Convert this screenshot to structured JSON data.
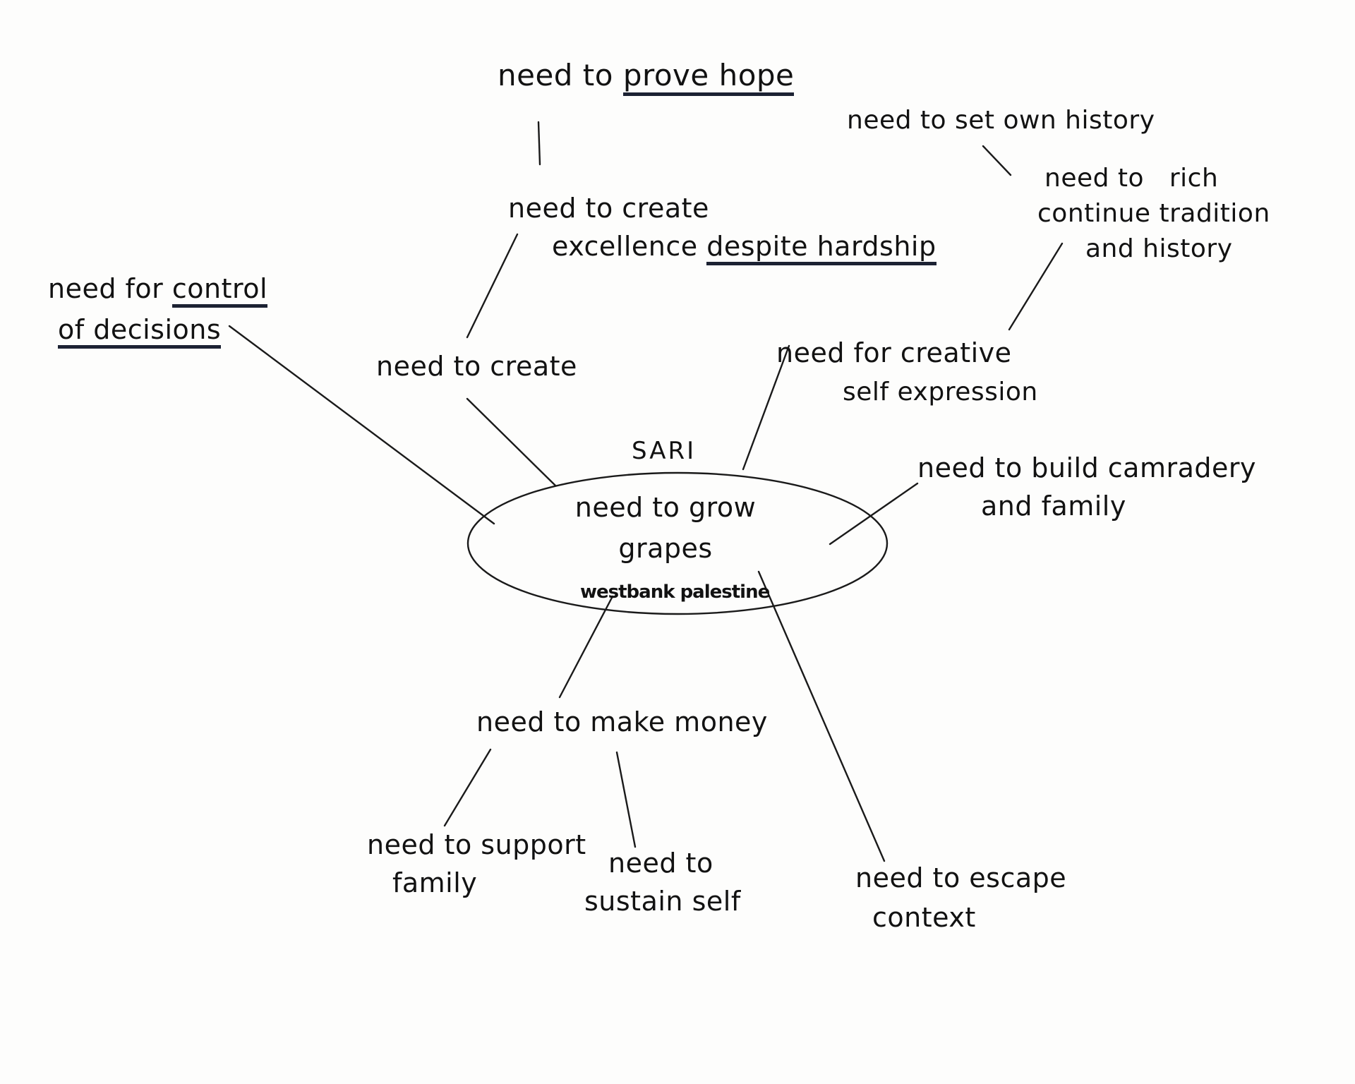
{
  "diagram": {
    "center": {
      "title": "SARI",
      "main_lines": [
        "need to grow",
        "grapes"
      ],
      "location": "westbank palestine"
    },
    "nodes": {
      "prove_hope": {
        "prefix": "need to ",
        "emphasis": "prove hope"
      },
      "create_excellence": {
        "line1": "need to create",
        "line2_prefix": "excellence ",
        "line2_emphasis": "despite hardship"
      },
      "create": {
        "text": "need to create"
      },
      "control_decisions": {
        "prefix": "need for ",
        "emphasis_line1": "control",
        "emphasis_line2": "of decisions"
      },
      "set_own_history": {
        "text": "need to set own history"
      },
      "continue_tradition": {
        "line1": "need to   rich",
        "line2": "continue tradition",
        "line3": "and history"
      },
      "creative_expression": {
        "line1": "need for creative",
        "line2": "self expression"
      },
      "build_camradery": {
        "line1": "need to build camradery",
        "line2": "and family"
      },
      "make_money": {
        "text": "need to make money"
      },
      "support_family": {
        "line1": "need to support",
        "line2": "family"
      },
      "sustain_self": {
        "line1": "need to",
        "line2": "sustain self"
      },
      "escape_context": {
        "line1": "need to escape",
        "line2": "context"
      }
    }
  }
}
